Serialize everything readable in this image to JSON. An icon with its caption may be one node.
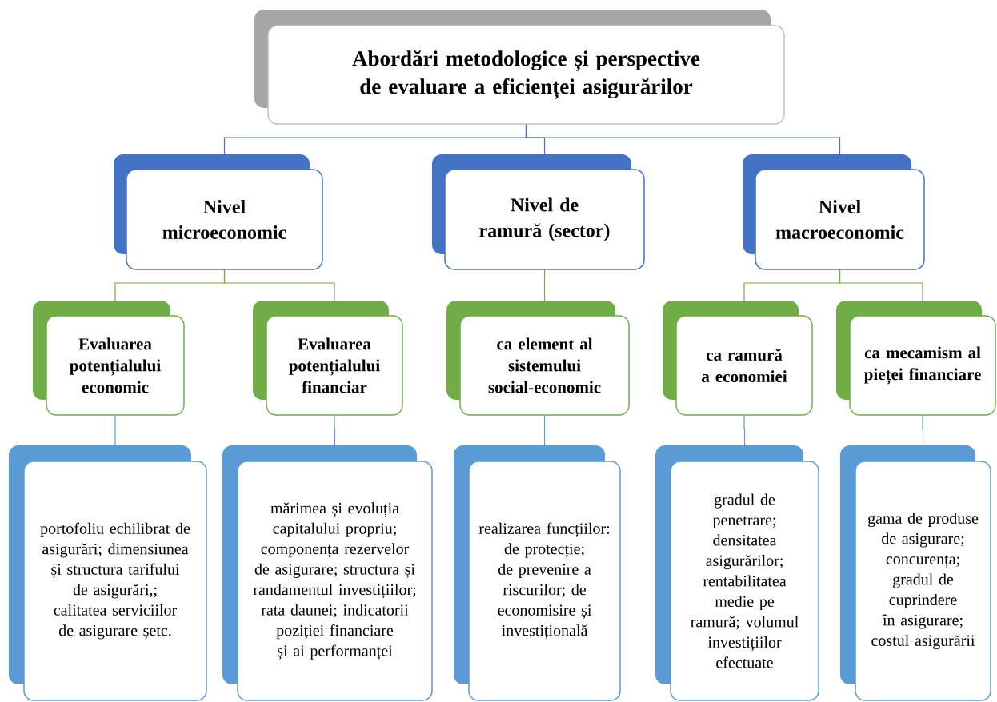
{
  "diagram": {
    "nodes": [
      {
        "text": [
          "Abordări metodologice și perspective de evaluare a eficienței asigurărilor"
        ]
      },
      {
        "text": [
          "Nivel microeconomic"
        ]
      },
      {
        "text": [
          "Nivel de ramură (sector)"
        ]
      },
      {
        "text": [
          "Nivel macroeconomic"
        ]
      },
      {
        "text": [
          "Evaluarea potențialului economic"
        ]
      },
      {
        "text": [
          "Evaluarea potențialului financiar"
        ]
      },
      {
        "text": [
          "ca element al sistemului social-economic"
        ]
      },
      {
        "text": [
          "ca ramură a economiei"
        ]
      },
      {
        "text": [
          "ca mecamism al pieței financiare"
        ]
      },
      {
        "text": [
          "portofoliu echilibrat de asigurări; dimensiunea și structura tarifului de asigurări,; calitatea serviciilor de asigurare șetc."
        ]
      },
      {
        "text": [
          "mărimea și evoluția capitalului propriu; componența rezervelor de asigurare; structura și randamentul investițiilor; rata daunei; indicatorii poziției financiare și ai performanței"
        ]
      },
      {
        "text": [
          "realizarea funcțiilor: de protecție; de prevenire a riscurilor; de economisire și investițională"
        ]
      },
      {
        "text": [
          "gradul de penetrare; densitatea asigurărilor; rentabilitatea medie pe ramură; volumul investițiilor efectuate"
        ]
      },
      {
        "text": [
          "gama de produse de asigurare; concurența; gradul de cuprindere în asigurare; costul asigurării"
        ]
      }
    ],
    "edges": [
      {
        "from": 0,
        "to": 1,
        "arrow": "none",
        "color": "#4472c4"
      },
      {
        "from": 0,
        "to": 2,
        "arrow": "none",
        "color": "#4472c4"
      },
      {
        "from": 0,
        "to": 3,
        "arrow": "none",
        "color": "#4472c4"
      },
      {
        "from": 1,
        "to": 4,
        "arrow": "none",
        "color": "#70ad47"
      },
      {
        "from": 1,
        "to": 5,
        "arrow": "none",
        "color": "#70ad47"
      },
      {
        "from": 2,
        "to": 6,
        "arrow": "none",
        "color": "#70ad47"
      },
      {
        "from": 3,
        "to": 7,
        "arrow": "none",
        "color": "#70ad47"
      },
      {
        "from": 3,
        "to": 8,
        "arrow": "none",
        "color": "#70ad47"
      },
      {
        "from": 4,
        "to": 9,
        "arrow": "none",
        "color": "#5b9bd5"
      },
      {
        "from": 5,
        "to": 10,
        "arrow": "none",
        "color": "#5b9bd5"
      },
      {
        "from": 6,
        "to": 11,
        "arrow": "none",
        "color": "#5b9bd5"
      },
      {
        "from": 7,
        "to": 12,
        "arrow": "none",
        "color": "#5b9bd5"
      },
      {
        "from": 8,
        "to": 13,
        "arrow": "none",
        "color": "#5b9bd5"
      }
    ]
  }
}
